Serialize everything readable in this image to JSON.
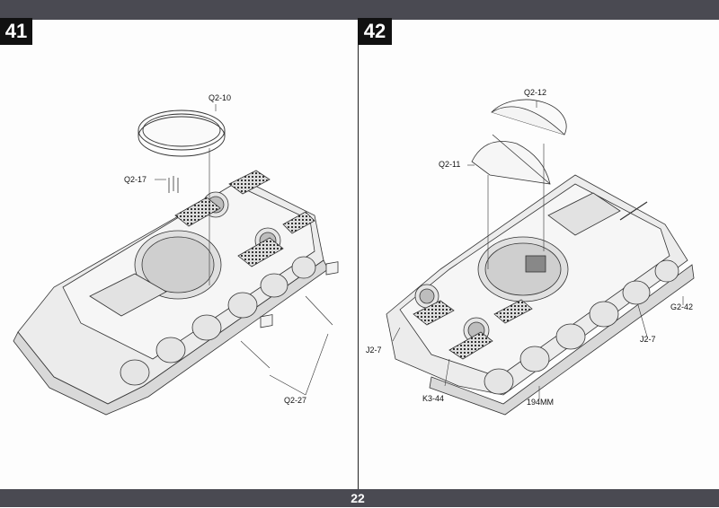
{
  "page_number": "22",
  "steps": [
    {
      "number": "41",
      "callouts": [
        "Q2-10",
        "Q2-17",
        "Q2-27"
      ]
    },
    {
      "number": "42",
      "callouts": [
        "Q2-12",
        "Q2-11",
        "G2-42",
        "J2-7",
        "J2-7",
        "K3-44",
        "194MM"
      ]
    }
  ],
  "colors": {
    "bars": "#4a4a52",
    "badge": "#111111"
  }
}
